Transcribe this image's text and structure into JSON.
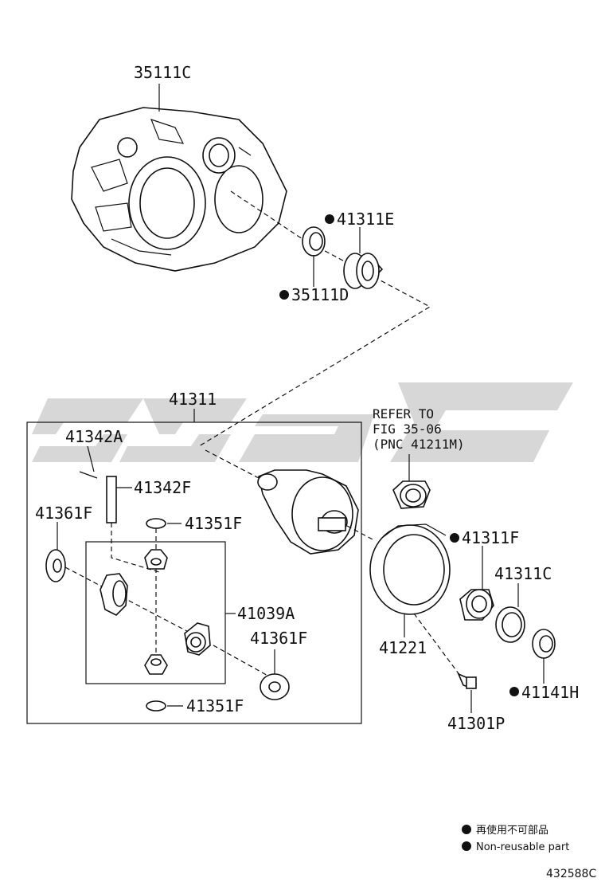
{
  "diagram": {
    "parts": {
      "p35111C": "35111C",
      "p41311E": "41311E",
      "p35111D": "35111D",
      "p41311": "41311",
      "p41342A": "41342A",
      "p41342F": "41342F",
      "p41361F_a": "41361F",
      "p41351F_a": "41351F",
      "p41039A": "41039A",
      "p41361F_b": "41361F",
      "p41351F_b": "41351F",
      "p41311F": "41311F",
      "p41311C": "41311C",
      "p41221": "41221",
      "p41141H": "41141H",
      "p41301P": "41301P"
    },
    "refer_note": {
      "line1": "REFER TO",
      "line2": "FIG 35-06",
      "line3": "(PNC 41211M)"
    },
    "legend": {
      "line_jp": "再使用不可部品",
      "line_en": "Non-reusable part"
    },
    "figure_ref": "432588C",
    "colors": {
      "ink": "#111111",
      "watermark": "#c9c9c9"
    }
  }
}
